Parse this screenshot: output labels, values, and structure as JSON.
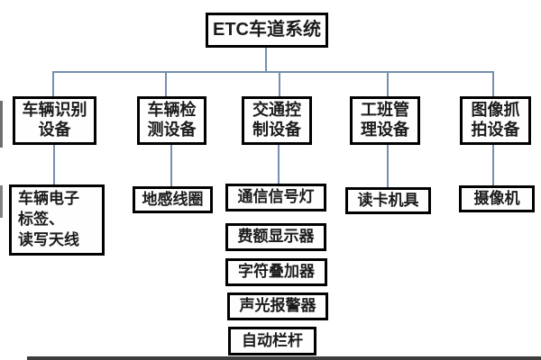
{
  "colors": {
    "background": "#ffffff",
    "box_border": "#000000",
    "box_fill": "#fefefe",
    "text": "#1b1b1b",
    "connector": "#7590ae",
    "artifact": "#3d3d3d"
  },
  "tree": {
    "root": {
      "label": "ETC车道系统",
      "children": [
        {
          "label": "车辆识别\n设备",
          "children": [
            {
              "label": "车辆电子\n标签、\n读写天线"
            }
          ]
        },
        {
          "label": "车辆检\n测设备",
          "children": [
            {
              "label": "地感线圈"
            }
          ]
        },
        {
          "label": "交通控\n制设备",
          "children": [
            {
              "label": "通信信号灯"
            },
            {
              "label": "费额显示器"
            },
            {
              "label": "字符叠加器"
            },
            {
              "label": "声光报警器"
            },
            {
              "label": "自动栏杆"
            }
          ]
        },
        {
          "label": "工班管\n理设备",
          "children": [
            {
              "label": "读卡机具"
            }
          ]
        },
        {
          "label": "图像抓\n拍设备",
          "children": [
            {
              "label": "摄像机"
            }
          ]
        }
      ]
    }
  }
}
